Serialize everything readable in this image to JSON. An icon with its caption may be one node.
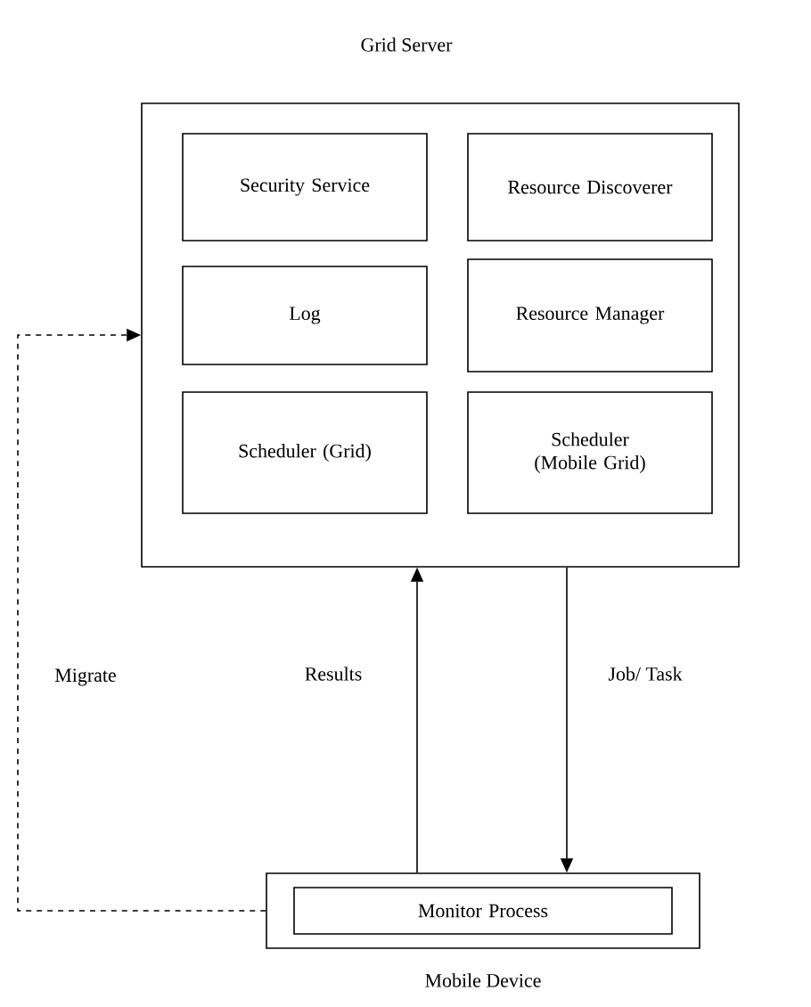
{
  "diagram": {
    "nodes": [
      {
        "text": [
          "Grid Server"
        ]
      },
      {
        "text": [
          "Security Service"
        ],
        "in": 0
      },
      {
        "text": [
          "Resource Discoverer"
        ],
        "in": 0
      },
      {
        "text": [
          "Log"
        ],
        "in": 0
      },
      {
        "text": [
          "Resource Manager"
        ],
        "in": 0
      },
      {
        "text": [
          "Scheduler (Grid)"
        ],
        "in": 0
      },
      {
        "text": [
          "Scheduler (Mobile Grid)"
        ],
        "in": 0
      },
      {
        "text": [
          "Mobile Device"
        ]
      },
      {
        "text": [
          "Monitor Process"
        ],
        "in": 7
      }
    ],
    "edges": [
      {
        "from": 7,
        "to": 0,
        "arrow": "to",
        "label": "Migrate",
        "style": "dashed"
      },
      {
        "from": 7,
        "to": 0,
        "arrow": "to",
        "label": "Results"
      },
      {
        "from": 0,
        "to": 7,
        "arrow": "to",
        "label": "Job/ Task"
      }
    ]
  }
}
